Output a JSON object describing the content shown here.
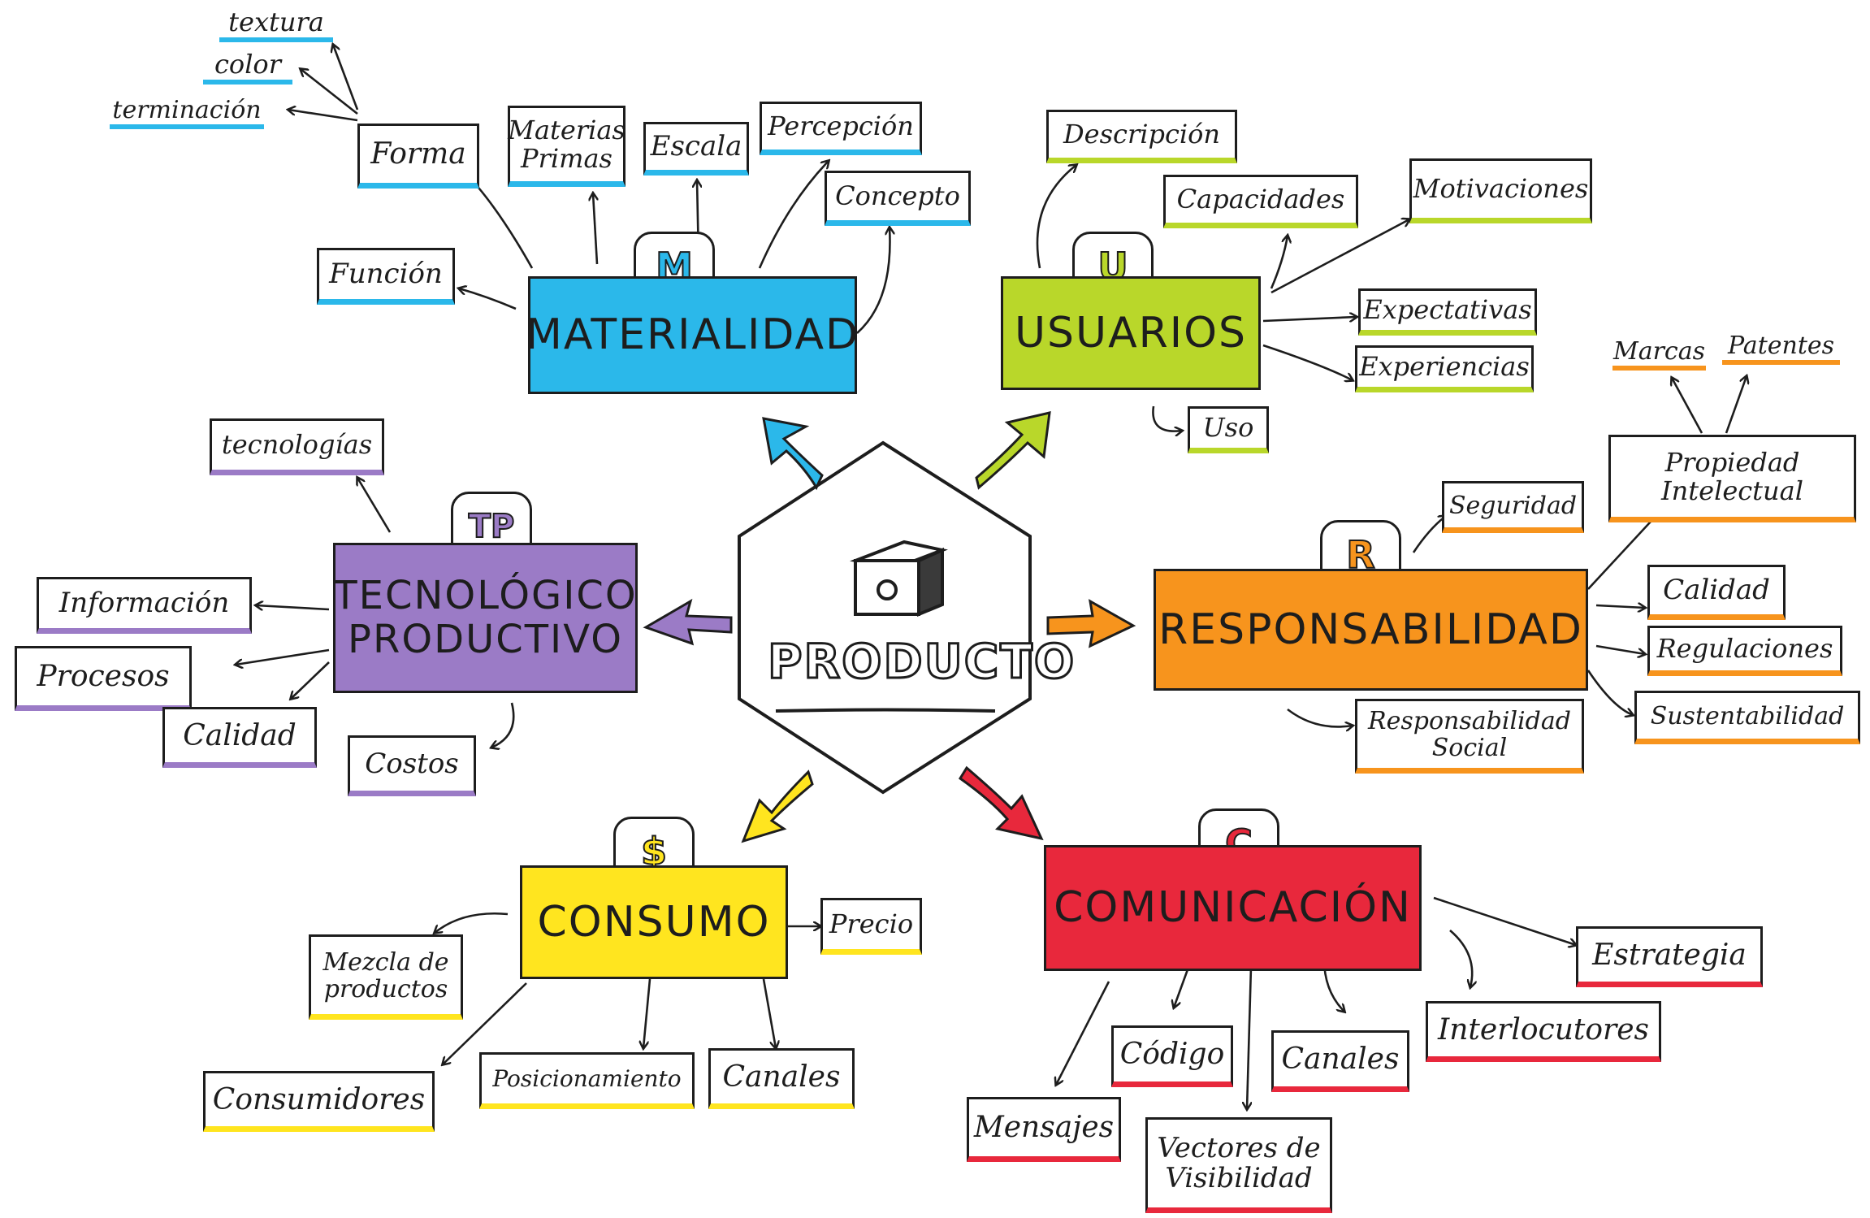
{
  "colors": {
    "materialidad": "#2bb8ea",
    "usuarios": "#b9d72a",
    "responsabilidad": "#f7941d",
    "comunicacion": "#e8283c",
    "consumo": "#ffe51f",
    "tecnologico": "#9b7bc6",
    "ink": "#1d1d1d"
  },
  "center": {
    "label": "PRODUCTO",
    "icon": "cube-box-icon"
  },
  "materialidad": {
    "badge": "M",
    "label": "MATERIALIDAD",
    "forma": "Forma",
    "forma_children": [
      "textura",
      "color",
      "terminación"
    ],
    "materias": "Materias Primas",
    "escala": "Escala",
    "percepcion": "Percepción",
    "concepto": "Concepto",
    "funcion": "Función"
  },
  "usuarios": {
    "badge": "U",
    "label": "USUARIOS",
    "descripcion": "Descripción",
    "capacidades": "Capacidades",
    "motivaciones": "Motivaciones",
    "expectativas": "Expectativas",
    "experiencias": "Experiencias",
    "uso": "Uso"
  },
  "responsabilidad": {
    "badge": "R",
    "label": "RESPONSABILIDAD",
    "seguridad": "Seguridad",
    "propiedad": "Propiedad Intelectual",
    "marcas": "Marcas",
    "patentes": "Patentes",
    "calidad": "Calidad",
    "regulaciones": "Regulaciones",
    "sustentabilidad": "Sustentabilidad",
    "social": "Responsabilidad Social"
  },
  "tecnologico": {
    "badge": "TP",
    "label_1": "TECNOLÓGICO",
    "label_2": "PRODUCTIVO",
    "tecnologias": "tecnologías",
    "informacion": "Información",
    "procesos": "Procesos",
    "calidad": "Calidad",
    "costos": "Costos"
  },
  "consumo": {
    "badge": "$",
    "label": "CONSUMO",
    "precio": "Precio",
    "mezcla": "Mezcla de productos",
    "consumidores": "Consumidores",
    "posicionamiento": "Posicionamiento",
    "canales": "Canales"
  },
  "comunicacion": {
    "badge": "C",
    "label": "COMUNICACIÓN",
    "estrategia": "Estrategia",
    "interlocutores": "Interlocutores",
    "mensajes": "Mensajes",
    "codigo": "Código",
    "vectores": "Vectores de Visibilidad",
    "canales": "Canales"
  }
}
